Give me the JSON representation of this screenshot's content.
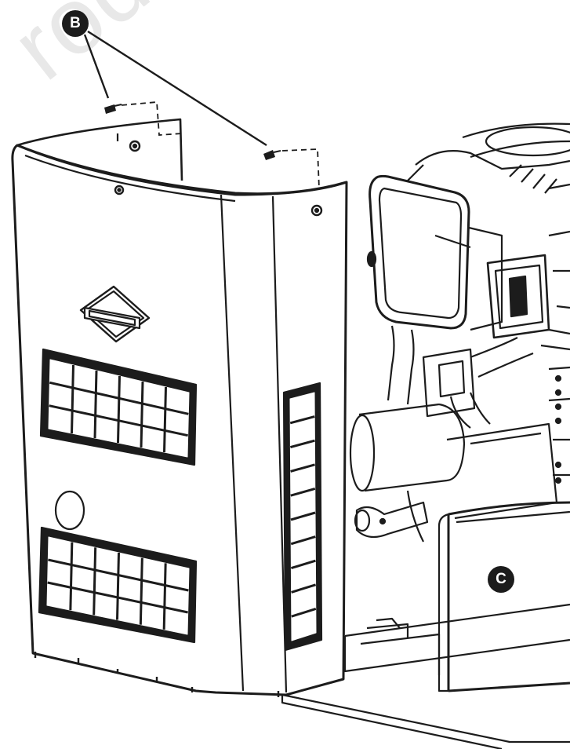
{
  "callouts": {
    "screws": "B",
    "enclosure_cover": "C"
  },
  "colors": {
    "line": "#1c1c1c",
    "panel_fill": "#ffffff",
    "grille_fill": "#1c1c1c",
    "callout_bg": "#1c1c1c",
    "callout_text": "#ffffff",
    "watermark": "#e8e8e8"
  },
  "watermark_text": "roduc"
}
